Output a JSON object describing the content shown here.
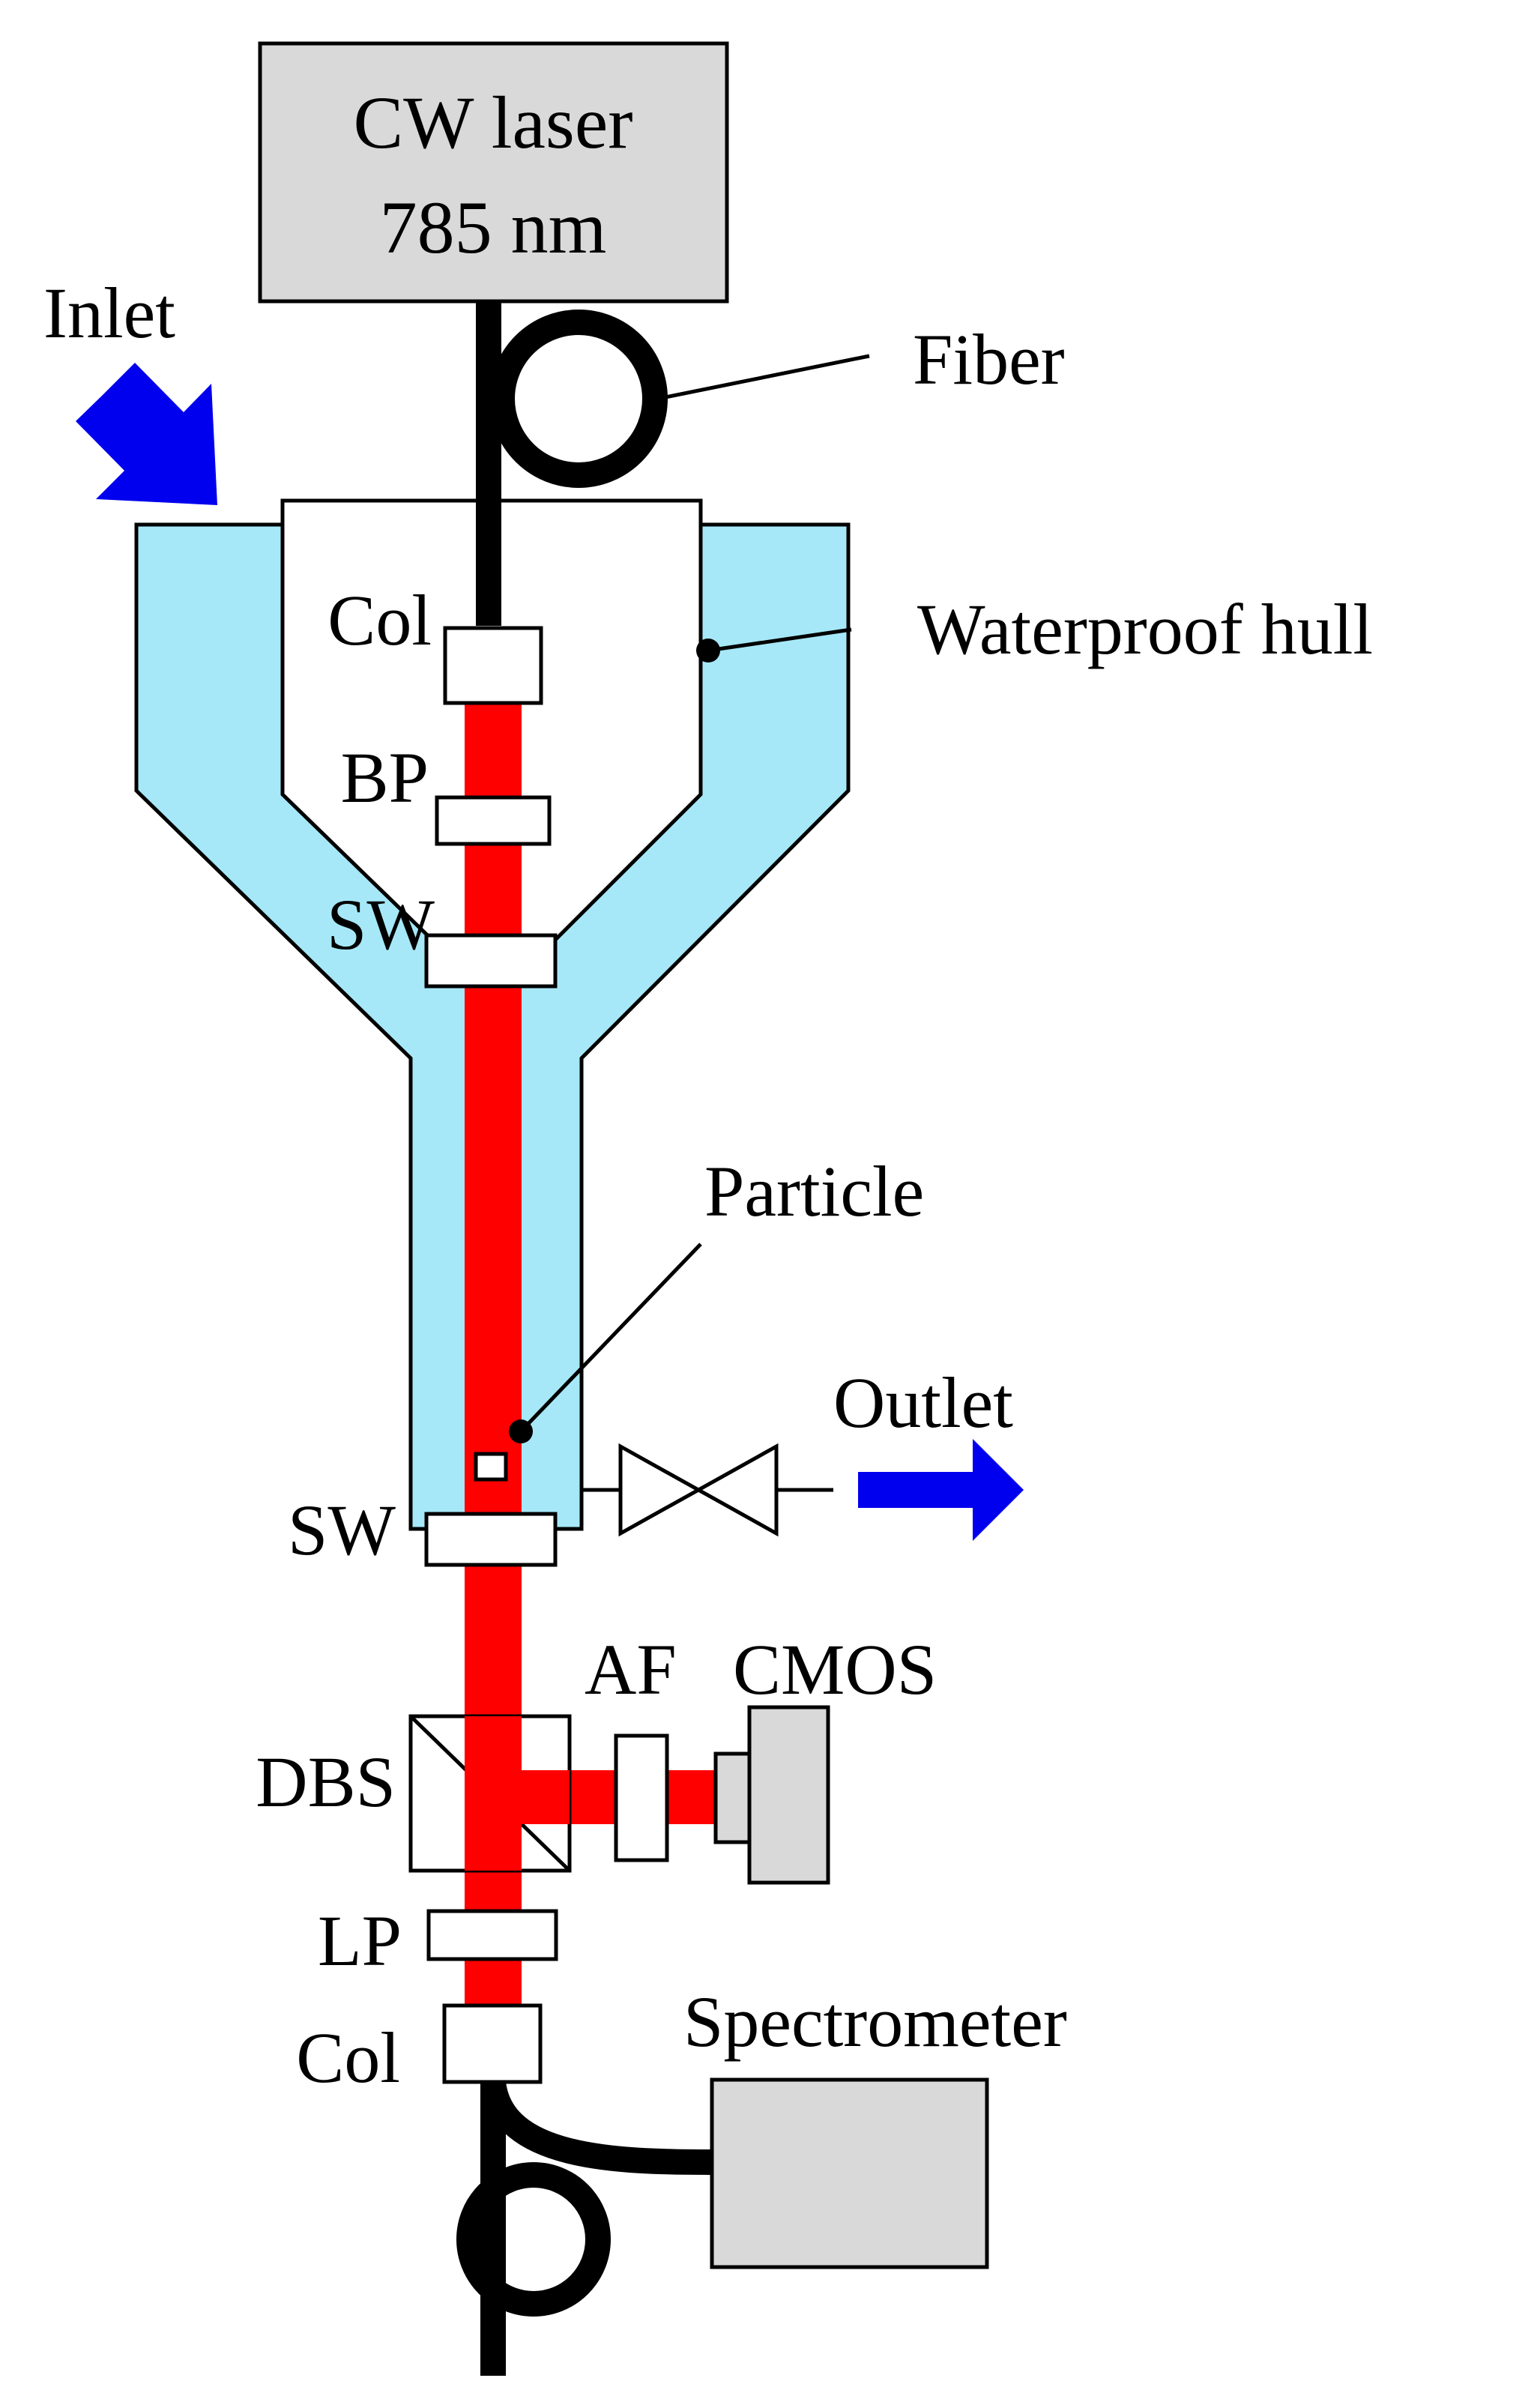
{
  "laser": {
    "line1": "CW laser",
    "line2": "785 nm"
  },
  "labels": {
    "inlet": "Inlet",
    "fiber": "Fiber",
    "waterproof_hull": "Waterproof hull",
    "col_top": "Col",
    "bp": "BP",
    "sw_top": "SW",
    "particle": "Particle",
    "outlet": "Outlet",
    "sw_bottom": "SW",
    "af": "AF",
    "cmos": "CMOS",
    "dbs": "DBS",
    "lp": "LP",
    "col_bottom": "Col",
    "spectrometer": "Spectrometer"
  },
  "colors": {
    "water": "#a6e8f8",
    "beam": "#ff0000",
    "device_gray": "#d9d9d9",
    "arrow_blue": "#0000ee",
    "fiber": "#000000",
    "outline": "#000000"
  }
}
